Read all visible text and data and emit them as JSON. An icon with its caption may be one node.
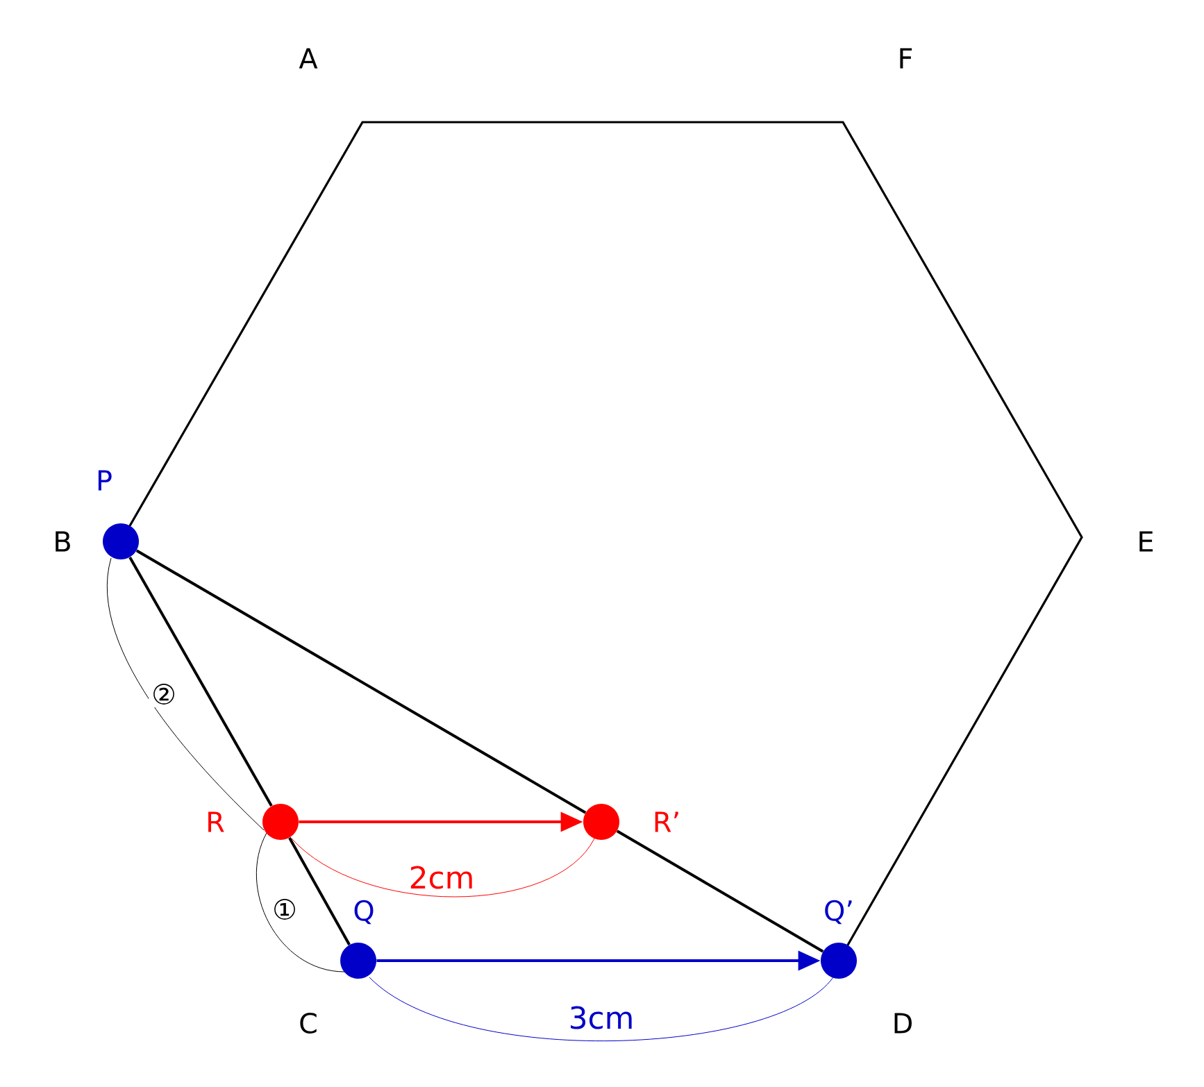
{
  "diagram": {
    "nodes": [
      {
        "text": [],
        "shape": "circle",
        "beside": [
          "P",
          "B"
        ]
      },
      {
        "text": [],
        "shape": "circle",
        "beside": [
          "R"
        ]
      },
      {
        "text": [],
        "shape": "circle",
        "beside": [
          "R’"
        ]
      },
      {
        "text": [],
        "shape": "circle",
        "beside": [
          "Q",
          "C"
        ]
      },
      {
        "text": [],
        "shape": "circle",
        "beside": [
          "Q’",
          "D"
        ]
      }
    ],
    "edges": [
      {
        "from": 0,
        "to": 1,
        "arrow": "none"
      },
      {
        "from": 1,
        "to": 3,
        "arrow": "none"
      },
      {
        "from": 0,
        "to": 2,
        "arrow": "none"
      },
      {
        "from": 2,
        "to": 4,
        "arrow": "none"
      },
      {
        "from": 1,
        "to": 2,
        "arrow": "to",
        "color": "#ff0000"
      },
      {
        "from": 3,
        "to": 4,
        "arrow": "to",
        "color": "#0000c8"
      }
    ],
    "labels": [
      "A",
      "F",
      "E",
      "②",
      "①",
      "2cm",
      "3cm"
    ]
  }
}
